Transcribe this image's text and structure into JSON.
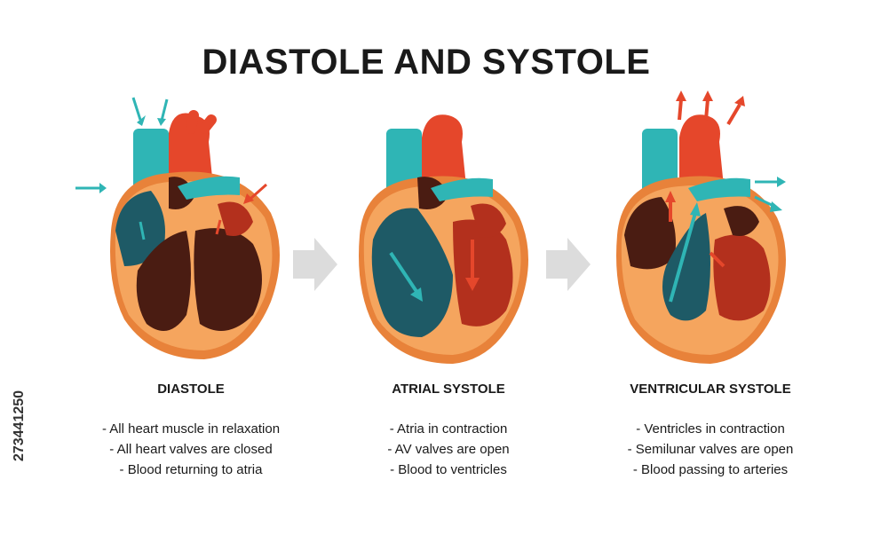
{
  "title": "DIASTOLE AND SYSTOLE",
  "stock_id": "273441250",
  "colors": {
    "vein_teal": "#2fb5b5",
    "deoxygenated_blue": "#1e5a66",
    "artery_red": "#e5472b",
    "oxygenated_red": "#b3301d",
    "muscle_orange": "#e8823a",
    "chamber_dark": "#4a1c12",
    "step_arrow_gray": "#dcdcdc"
  },
  "stages": [
    {
      "name": "DIASTOLE",
      "bullets": [
        "- All heart muscle in relaxation",
        "- All heart valves are closed",
        "- Blood returning to atria"
      ]
    },
    {
      "name": "ATRIAL SYSTOLE",
      "bullets": [
        "- Atria in contraction",
        "- AV valves are open",
        "- Blood to ventricles"
      ]
    },
    {
      "name": "VENTRICULAR SYSTOLE",
      "bullets": [
        "- Ventricles in contraction",
        "- Semilunar valves are open",
        "- Blood passing to arteries"
      ]
    }
  ]
}
